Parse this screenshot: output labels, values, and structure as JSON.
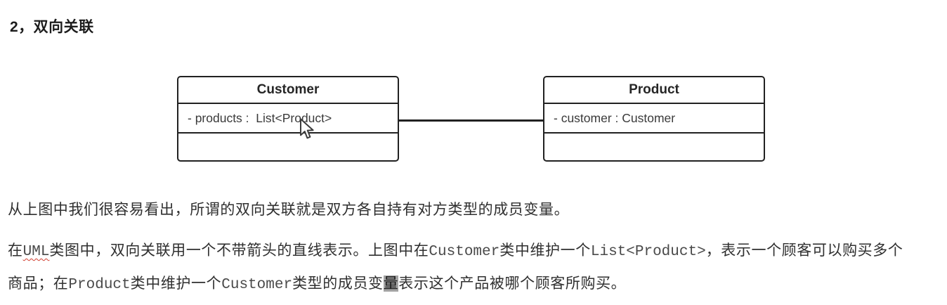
{
  "heading": {
    "text": "2，双向关联"
  },
  "diagram": {
    "type": "uml-class-diagram",
    "association": "bidirectional (solid line, no arrows)",
    "classes": [
      {
        "name": "Customer",
        "attribute": "- products :  List<Product>"
      },
      {
        "name": "Product",
        "attribute": "- customer : Customer"
      }
    ],
    "cursor_icon": "mouse-arrow-pointer"
  },
  "colors": {
    "background": "#ffffff",
    "heading_text": "#1c1c1c",
    "body_text": "#2f2f2f",
    "code_text": "#4a4a4a",
    "diagram_border": "#212121",
    "spellcheck_underline": "#d23f31",
    "selection_highlight": "#a3a3a3"
  },
  "paragraphs": [
    {
      "segments": [
        {
          "text": "从上图中我们很容易看出，所谓的双向关联就是双方各自持有对方类型的成员变量。"
        }
      ]
    },
    {
      "segments": [
        {
          "text": "在"
        },
        {
          "text": "UML",
          "code": true,
          "misspelled": true
        },
        {
          "text": "类图中，双向关联用一个不带箭头的直线表示。上图中在"
        },
        {
          "text": "Customer",
          "code": true
        },
        {
          "text": "类中维护一个",
          "code": false
        },
        {
          "text": "List<Product>",
          "code": true
        },
        {
          "text": "，表示一个顾客可以购买多个"
        },
        {
          "br": true
        },
        {
          "text": "商品；在"
        },
        {
          "text": "Product",
          "code": true
        },
        {
          "text": "类中维护一个"
        },
        {
          "text": "Customer",
          "code": true
        },
        {
          "text": "类型的成员变"
        },
        {
          "text": "量",
          "highlight": true
        },
        {
          "text": "表示这个产品被哪个顾客所购买。"
        }
      ]
    }
  ]
}
